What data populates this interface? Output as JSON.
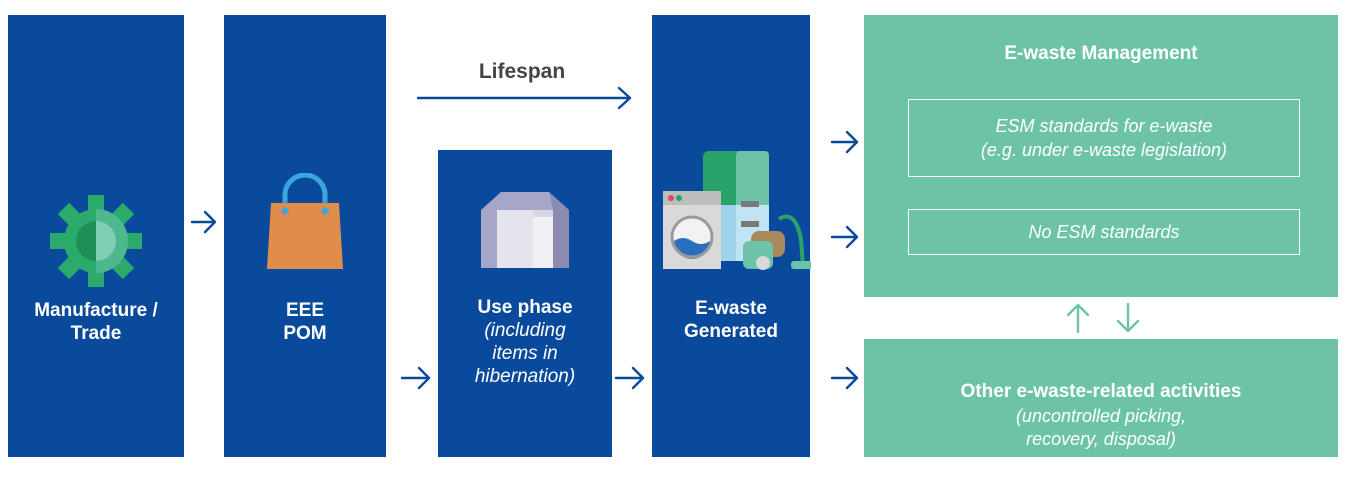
{
  "colors": {
    "blue": "#0a4a9c",
    "green": "#6cc3a7",
    "arrow_blue": "#0a4a9c",
    "arrow_green": "#6cc3a7"
  },
  "lifespan": {
    "label": "Lifespan"
  },
  "columns": {
    "manufacture": {
      "label_1": "Manufacture /",
      "label_2": "Trade",
      "icon": "gear-icon"
    },
    "eee_pom": {
      "label_1": "EEE",
      "label_2": "POM",
      "icon": "shopping-bag-icon"
    },
    "use_phase": {
      "label": "Use phase",
      "sub_1": "(including",
      "sub_2": "items in",
      "sub_3": "hibernation)",
      "icon": "storage-shed-icon"
    },
    "ewaste": {
      "label_1": "E-waste",
      "label_2": "Generated",
      "icon": "appliances-icon"
    }
  },
  "management": {
    "title": "E-waste Management",
    "esm_1": "ESM standards for e-waste",
    "esm_2": "(e.g. under e-waste legislation)",
    "no_esm": "No ESM standards"
  },
  "other": {
    "title": "Other e-waste-related activities",
    "sub_1": "(uncontrolled picking,",
    "sub_2": "recovery, disposal)"
  }
}
